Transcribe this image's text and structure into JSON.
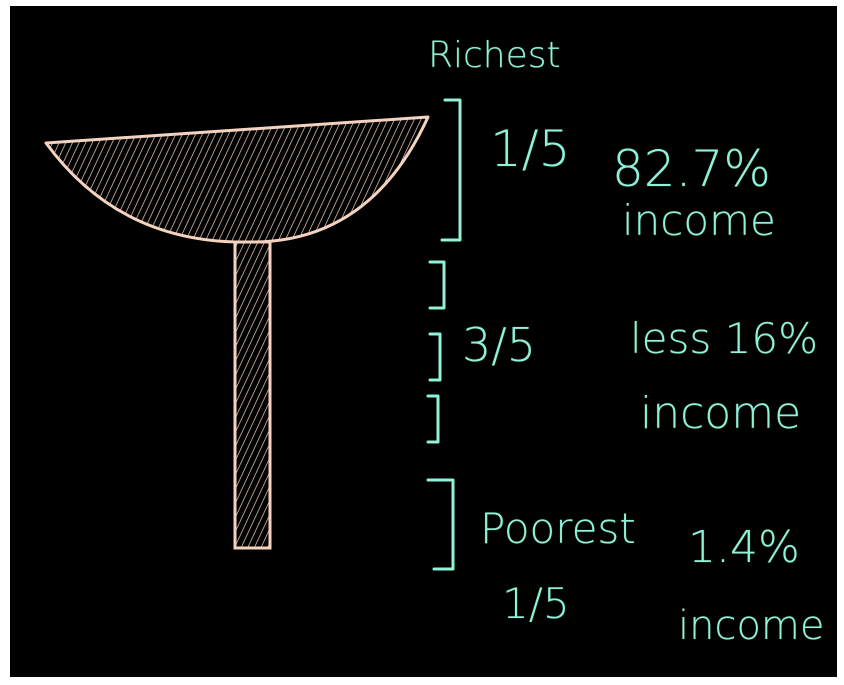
{
  "colors": {
    "board": "#000000",
    "ink": "#8ff2d9",
    "glass": "#f3d3bf"
  },
  "labels": {
    "richest": "Richest",
    "top_fraction": "1/5",
    "top_share": "82.7%",
    "top_income": "income",
    "middle_fraction": "3/5",
    "middle_share": "less 16%",
    "middle_income": "income",
    "poorest": "Poorest",
    "bottom_fraction": "1/5",
    "bottom_share": "1.4%",
    "bottom_income": "income"
  }
}
